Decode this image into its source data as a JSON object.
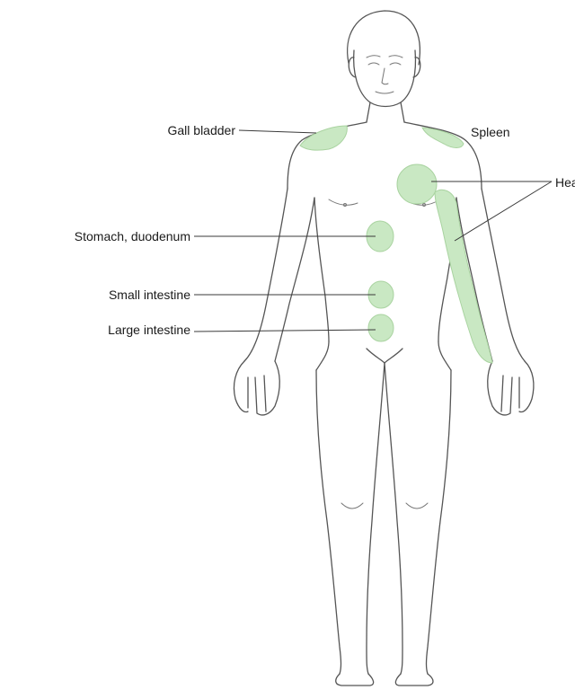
{
  "diagram": {
    "colors": {
      "referred_area_fill": "#c9e8c3",
      "referred_area_stroke": "#a9d3a0",
      "outline": "#555555",
      "label": "#1a1a1a"
    },
    "labels": {
      "gall_bladder": "Gall bladder",
      "spleen": "Spleen",
      "heart": "Heart",
      "stomach_duodenum": "Stomach, duodenum",
      "small_intestine": "Small intestine",
      "large_intestine": "Large intestine"
    }
  }
}
